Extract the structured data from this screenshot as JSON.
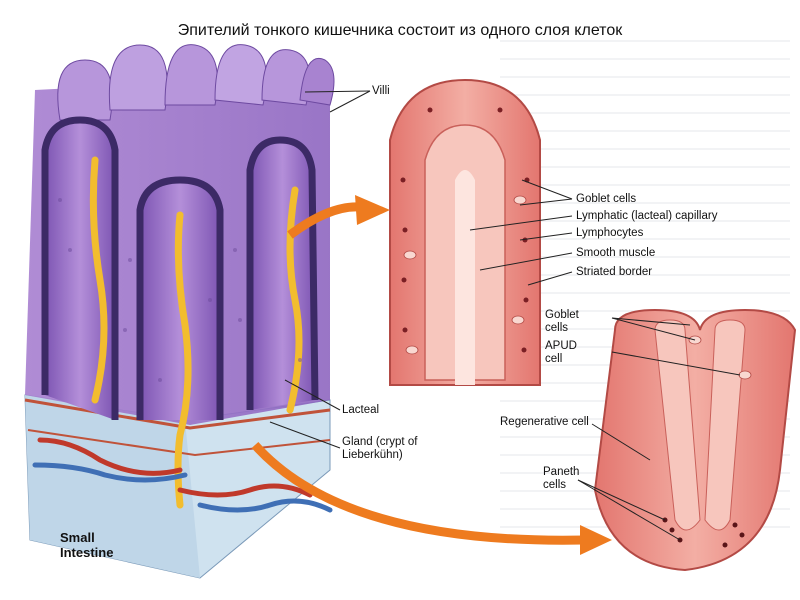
{
  "title": "Эпителий тонкого кишечника состоит из одного слоя клеток",
  "labels": {
    "villi": "Villi",
    "goblet_cells": "Goblet cells",
    "lymphatic_capillary": "Lymphatic (lacteal) capillary",
    "lymphocytes": "Lymphocytes",
    "smooth_muscle": "Smooth muscle",
    "striated_border": "Striated border",
    "goblet_cells_2": "Goblet cells",
    "apud_cell": "APUD cell",
    "regenerative_cell": "Regenerative cell",
    "paneth_cells": "Paneth cells",
    "lacteal": "Lacteal",
    "gland": "Gland (crypt of Lieberkühn)",
    "small_intestine": "Small Intestine"
  },
  "colors": {
    "villus_purple": "#9b6fc4",
    "villus_dark": "#3c2a66",
    "lacteal_yellow": "#f2bd2e",
    "epithelium_pink": "#e98b84",
    "arrow_orange": "#ee7b1f",
    "vessel_red": "#c0392b",
    "vessel_blue": "#3f6fb5"
  }
}
